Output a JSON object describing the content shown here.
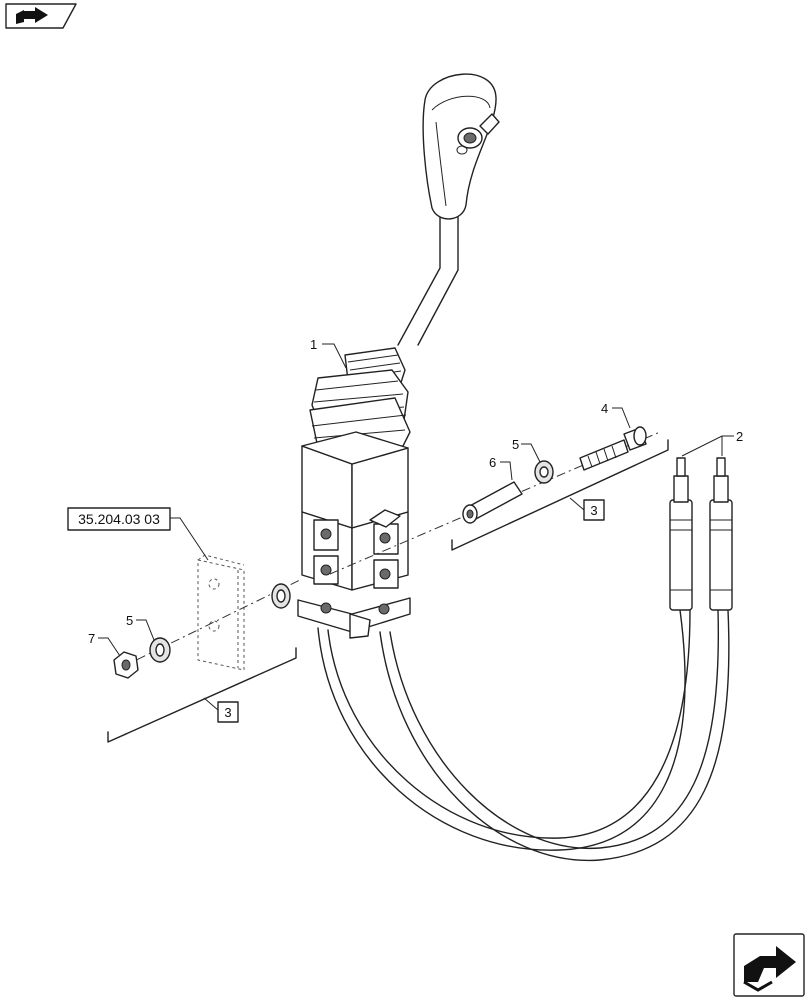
{
  "callouts": {
    "c1": "1",
    "c2": "2",
    "c3a": "3",
    "c3b": "3",
    "c4": "4",
    "c5a": "5",
    "c5b": "5",
    "c6": "6",
    "c7": "7"
  },
  "reference_box": "35.204.03 03",
  "icons": {
    "top_left": "book-arrow-icon",
    "bottom_right": "next-page-arrow-icon"
  }
}
